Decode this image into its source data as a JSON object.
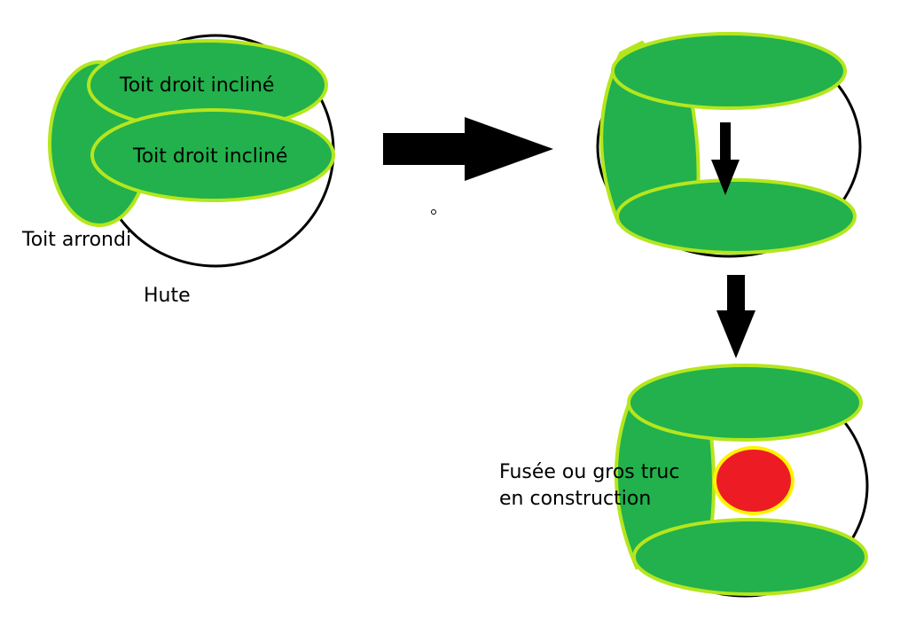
{
  "colors": {
    "background": "#ffffff",
    "green_fill": "#22b14c",
    "lime_stroke": "#b5e61d",
    "red_fill": "#ed1c24",
    "yellow_stroke": "#fff200",
    "outline": "#000000"
  },
  "labels": {
    "toit_droit_incline_1": "Toit droit incliné",
    "toit_droit_incline_2": "Toit droit incliné",
    "toit_arrondi": "Toit arrondi",
    "hute": "Hute",
    "fusee_line1": "Fusée ou gros truc",
    "fusee_line2": "en construction"
  }
}
